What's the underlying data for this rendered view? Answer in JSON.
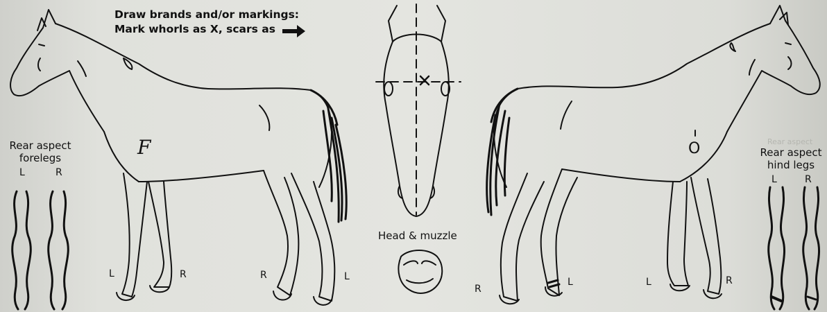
{
  "instructions": {
    "line1": "Draw brands and/or markings:",
    "line2": "Mark whorls as X, scars as"
  },
  "left_panel": {
    "title_line1": "Rear aspect",
    "title_line2": "forelegs",
    "leg_left": "L",
    "leg_right": "R"
  },
  "right_panel": {
    "title_line1": "Rear aspect",
    "title_line2": "hind legs",
    "leg_left": "L",
    "leg_right": "R",
    "faint_text": "Rear aspect"
  },
  "head": {
    "label": "Head & muzzle",
    "whorl_mark": "X"
  },
  "left_horse": {
    "brand": "F",
    "leg_labels": [
      "L",
      "R",
      "R",
      "L"
    ]
  },
  "right_horse": {
    "brand": "O",
    "leg_labels": [
      "R",
      "L",
      "L",
      "R"
    ]
  },
  "colors": {
    "ink": "#111111",
    "paper": "#e3e4df"
  }
}
